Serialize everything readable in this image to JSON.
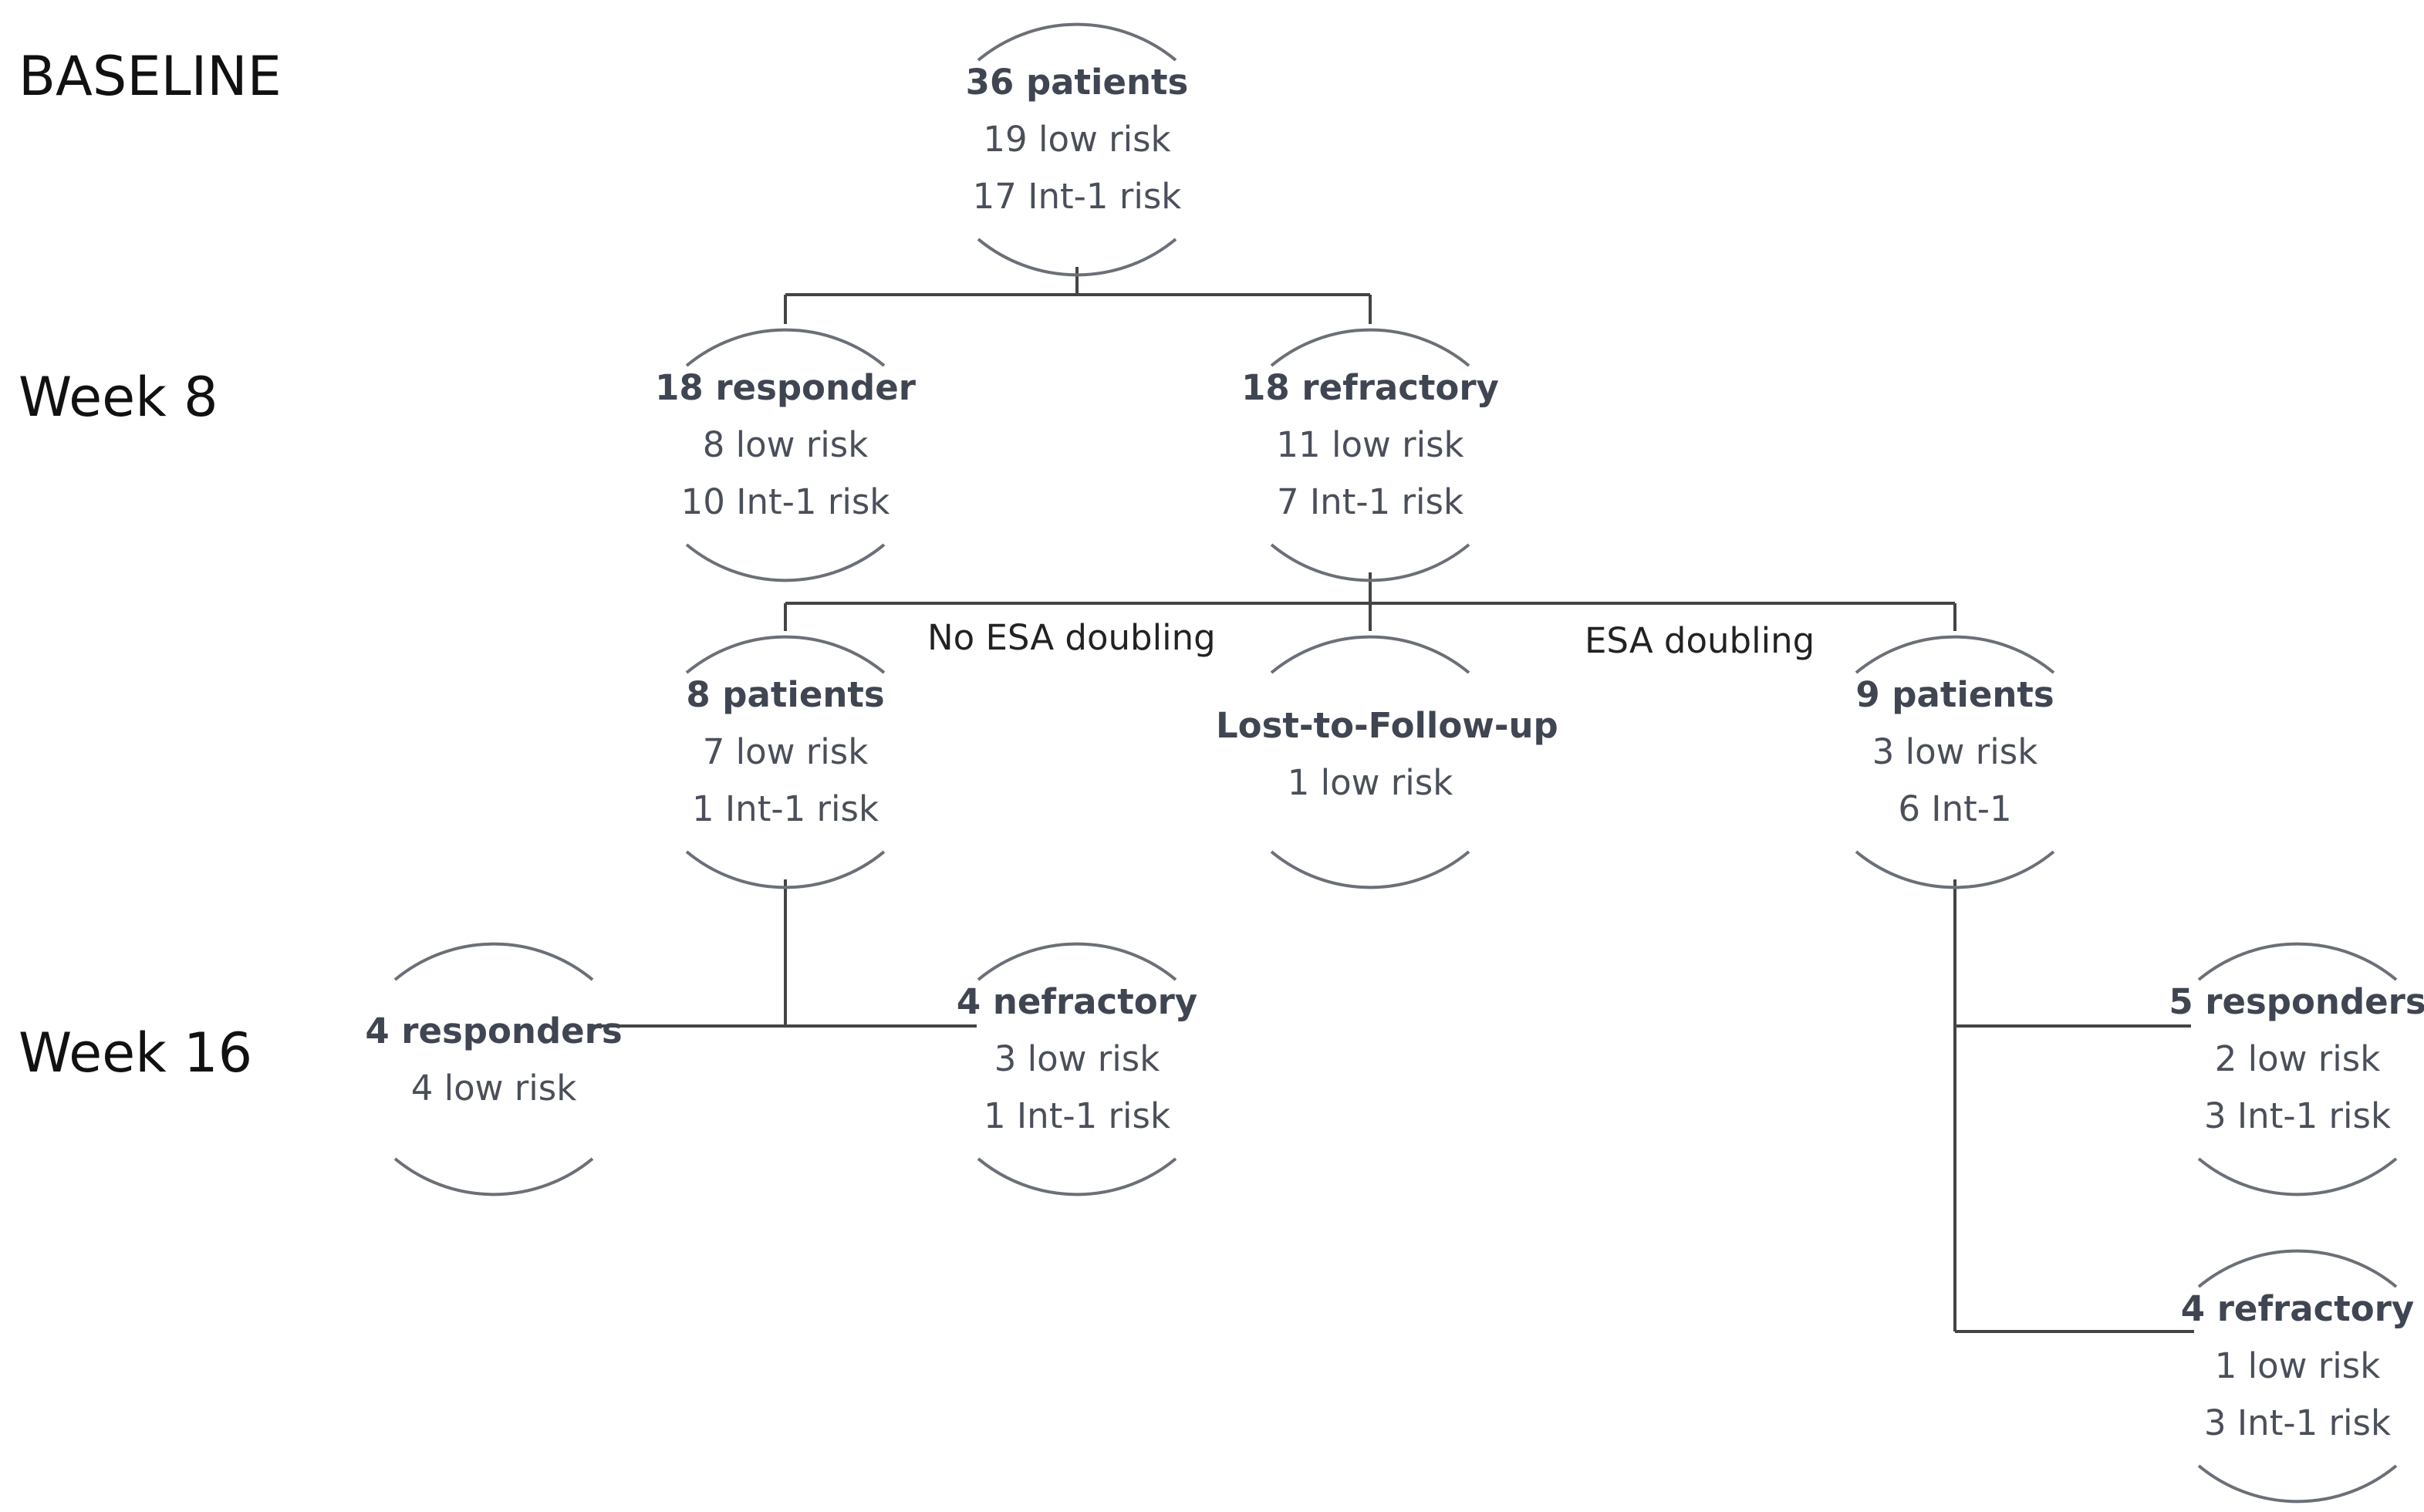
{
  "stages": {
    "baseline": "BASELINE",
    "week8": "Week 8",
    "week16": "Week 16"
  },
  "branches": {
    "no_esa": "No ESA doubling",
    "esa": "ESA doubling"
  },
  "nodes": {
    "baseline": {
      "title": "36 patients",
      "lines": [
        "19 low risk",
        "17 Int-1 risk"
      ]
    },
    "w8_responder": {
      "title": "18 responder",
      "lines": [
        "8 low risk",
        "10 Int-1 risk"
      ]
    },
    "w8_refractory": {
      "title": "18 refractory",
      "lines": [
        "11 low risk",
        "7 Int-1 risk"
      ]
    },
    "no_esa_group": {
      "title": "8 patients",
      "lines": [
        "7 low risk",
        "1 Int-1 risk"
      ]
    },
    "lost": {
      "title": "Lost-to-Follow-up",
      "lines": [
        "1 low risk"
      ]
    },
    "esa_group": {
      "title": "9 patients",
      "lines": [
        "3 low risk",
        "6 Int-1"
      ]
    },
    "w16_no_resp": {
      "title": "4 responders",
      "lines": [
        "4 low risk"
      ]
    },
    "w16_no_refr": {
      "title": "4 nefractory",
      "lines": [
        "3 low risk",
        "1 Int-1 risk"
      ]
    },
    "w16_esa_resp": {
      "title": "5 responders",
      "lines": [
        "2 low risk",
        "3 Int-1 risk"
      ]
    },
    "w16_esa_refr": {
      "title": "4 refractory",
      "lines": [
        "1 low risk",
        "3 Int-1 risk"
      ]
    }
  }
}
